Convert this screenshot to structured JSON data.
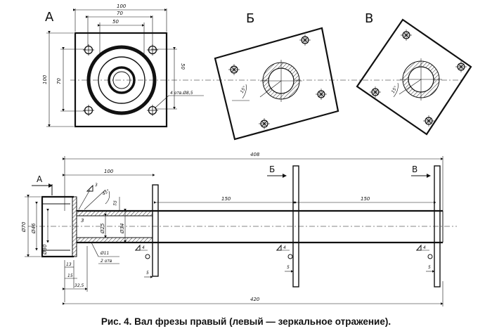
{
  "caption": "Рис. 4. Вал фрезы правый (левый — зеркальное отражение).",
  "views": {
    "a": "А",
    "b": "Б",
    "v": "В"
  },
  "view_a": {
    "dim_top_100": "100",
    "dim_top_70": "70",
    "dim_top_50": "50",
    "dim_left_100": "100",
    "dim_left_70": "70",
    "dim_right_50": "50",
    "holes_note": "4 отв.Ø8,5"
  },
  "view_b": {
    "angle": "15°"
  },
  "view_v": {
    "angle": "15°"
  },
  "shaft": {
    "dim_overall_top": "408",
    "dim_overall_bottom": "420",
    "dim_100": "100",
    "dim_150_1": "150",
    "dim_150_2": "150",
    "dia_70": "Ø70",
    "dia_46": "Ø46",
    "dia_30": "Ø30",
    "dia_25": "Ø25",
    "dia_34": "Ø34",
    "dia_11": "Ø11",
    "holes_2": "2 отв",
    "dim_3": "3",
    "dim_13": "13",
    "dim_15": "15",
    "dim_325": "32,5",
    "angle_45": "45°",
    "dim_55": "55",
    "weld_3": "3",
    "weld_4a": "4",
    "weld_4b": "4",
    "weld_4c": "4",
    "dim_5a": "5",
    "dim_5b": "5",
    "dim_5c": "5"
  }
}
